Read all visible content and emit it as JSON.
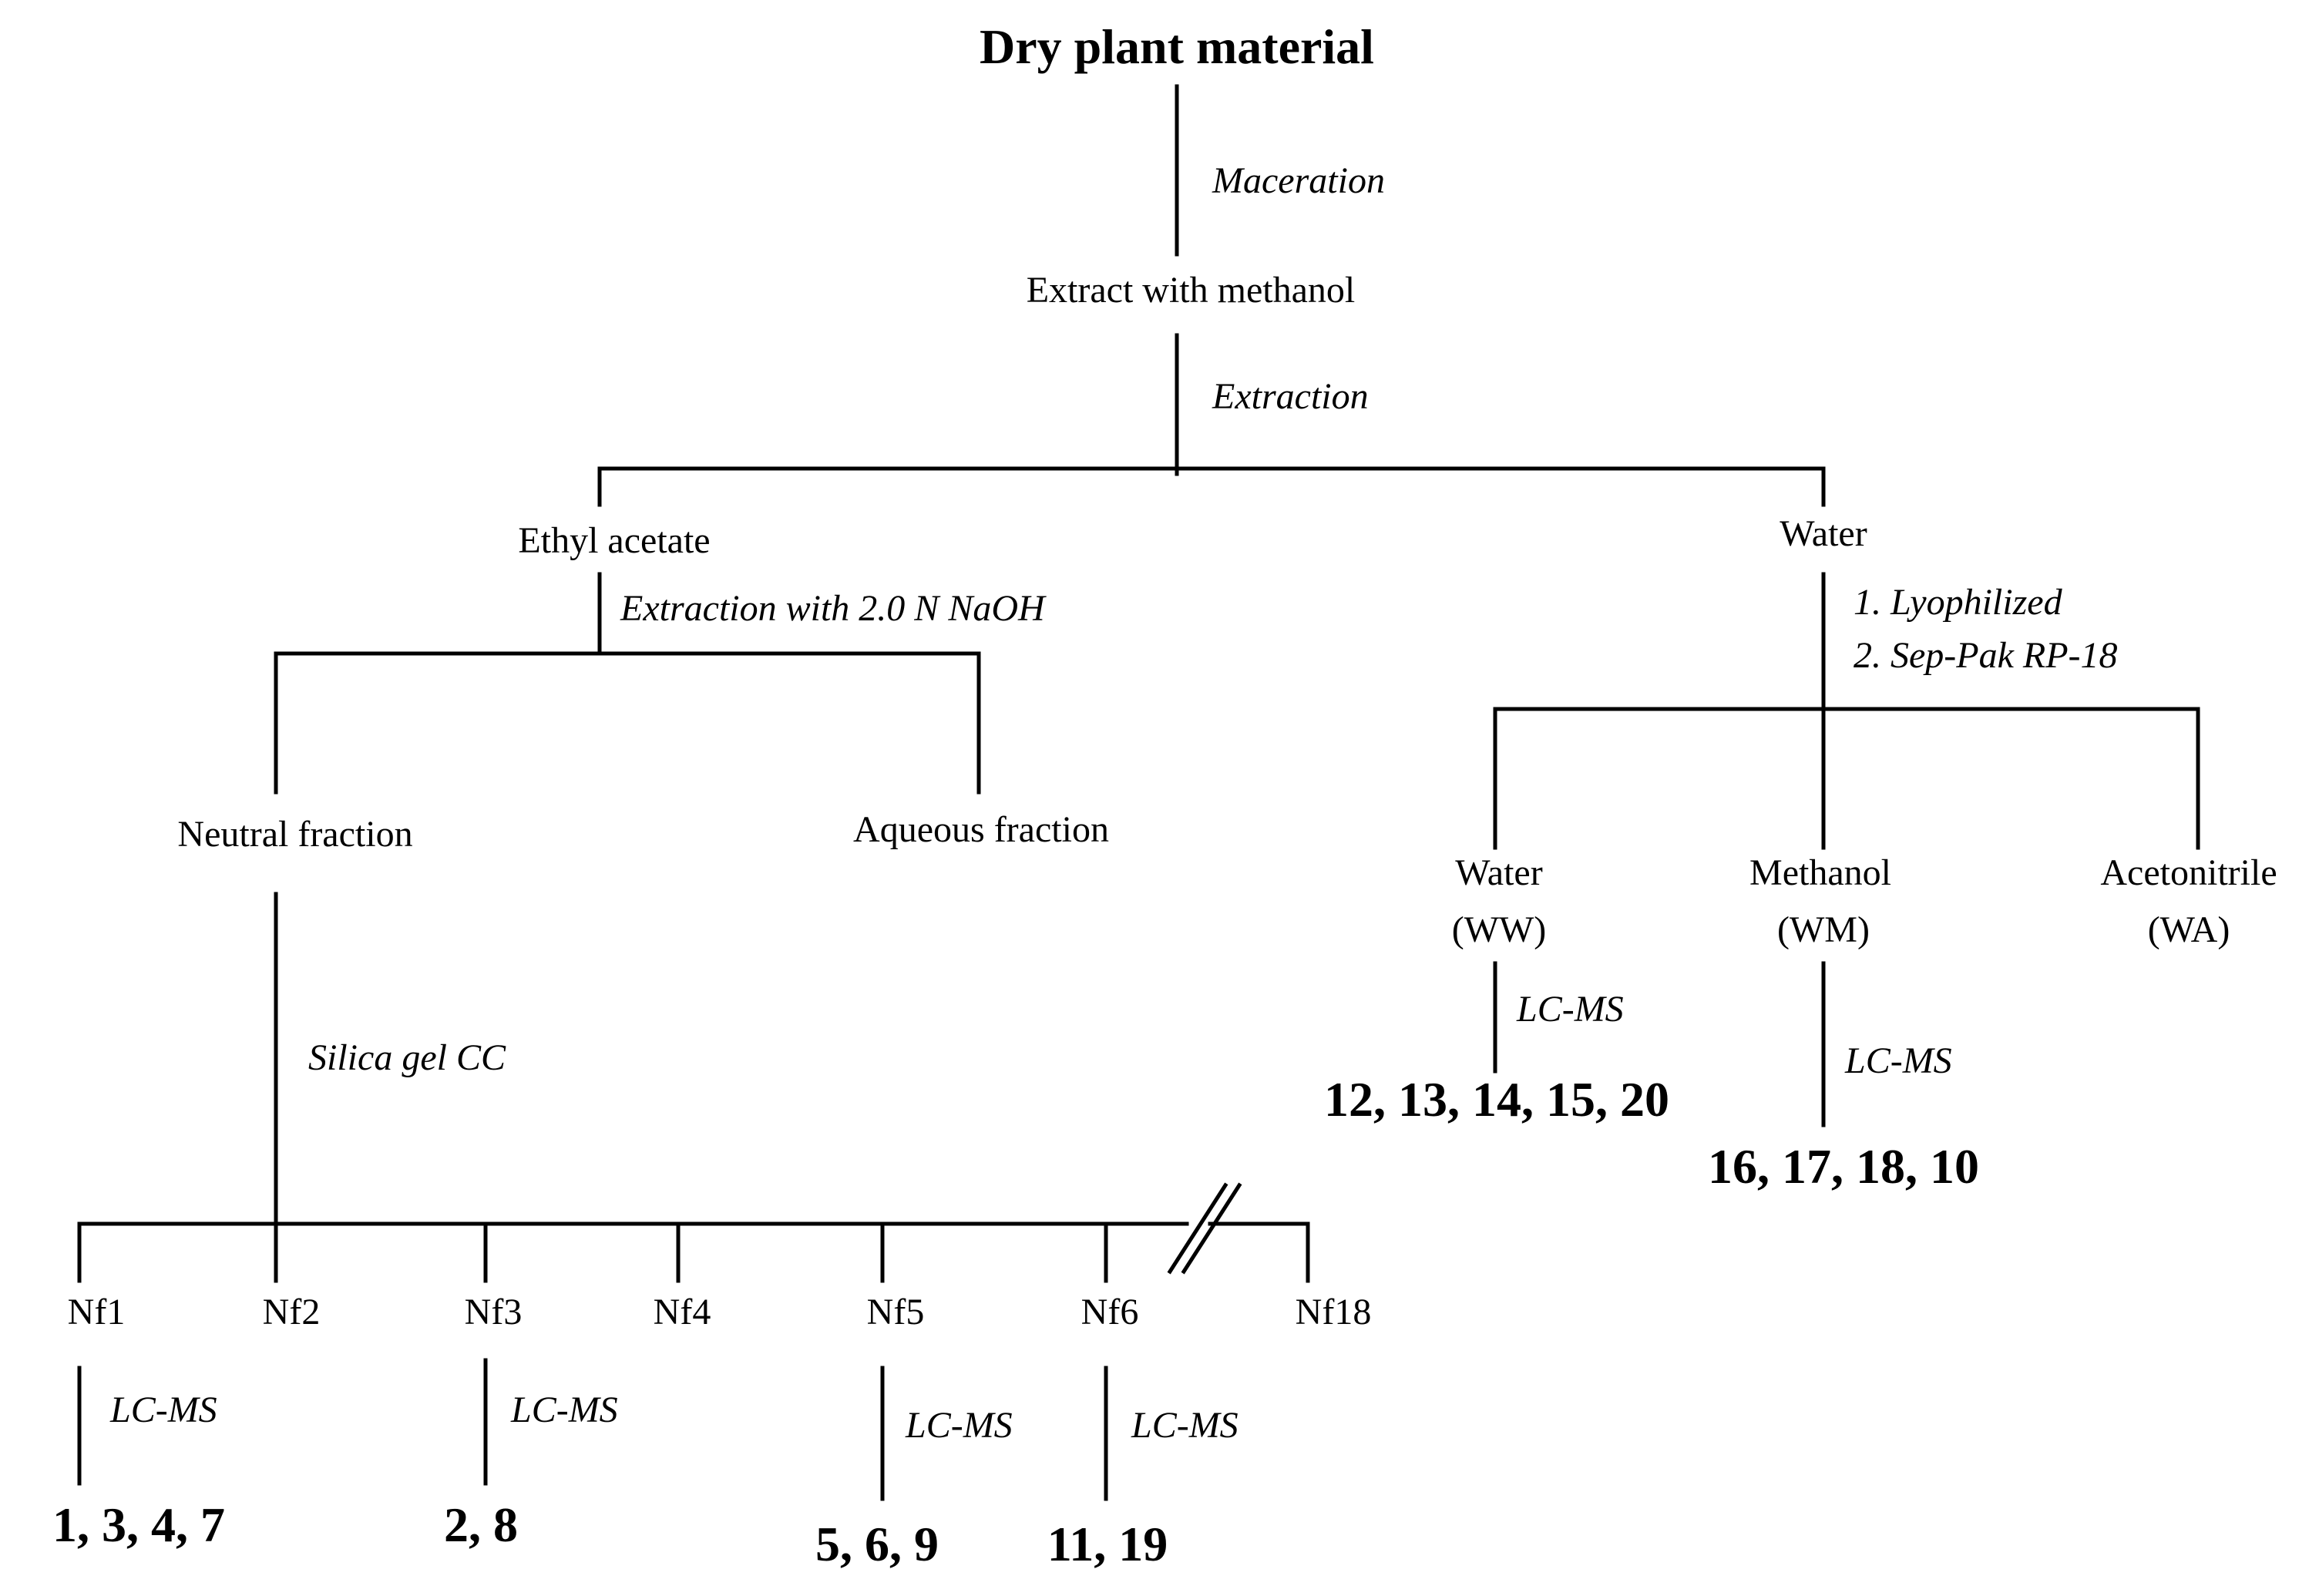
{
  "title": "Dry plant material",
  "steps": {
    "maceration": "Maceration",
    "extraction": "Extraction",
    "naoh": "Extraction with 2.0 N NaOH",
    "lyophilized": "1. Lyophilized",
    "seppak": "2. Sep-Pak RP-18",
    "silica": "Silica gel CC",
    "lcms": "LC-MS"
  },
  "nodes": {
    "methanol_extract": "Extract with methanol",
    "ethyl_acetate": "Ethyl acetate",
    "water": "Water",
    "neutral": "Neutral fraction",
    "aqueous": "Aqueous fraction",
    "ww_name": "Water",
    "ww_code": "(WW)",
    "wm_name": "Methanol",
    "wm_code": "(WM)",
    "wa_name": "Acetonitrile",
    "wa_code": "(WA)"
  },
  "fractions": [
    "Nf1",
    "Nf2",
    "Nf3",
    "Nf4",
    "Nf5",
    "Nf6",
    "Nf18"
  ],
  "compounds": {
    "nf1": "1, 3, 4, 7",
    "nf3": "2, 8",
    "nf5": "5, 6, 9",
    "nf6": "11, 19",
    "ww": "12, 13, 14, 15, 20",
    "wm": "16, 17, 18, 10"
  }
}
